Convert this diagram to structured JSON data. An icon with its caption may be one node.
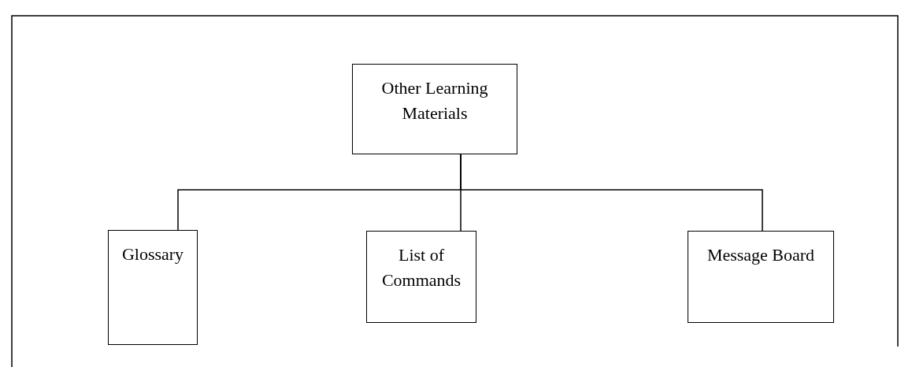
{
  "diagram": {
    "nodes": [
      {
        "text": [
          "Other Learning Materials"
        ]
      },
      {
        "text": [
          "Glossary"
        ]
      },
      {
        "text": [
          "List of Commands"
        ]
      },
      {
        "text": [
          "Message Board"
        ]
      }
    ],
    "edges": [
      {
        "from": 0,
        "to": 1,
        "arrow": "none"
      },
      {
        "from": 0,
        "to": 2,
        "arrow": "none"
      },
      {
        "from": 0,
        "to": 3,
        "arrow": "none"
      }
    ]
  }
}
